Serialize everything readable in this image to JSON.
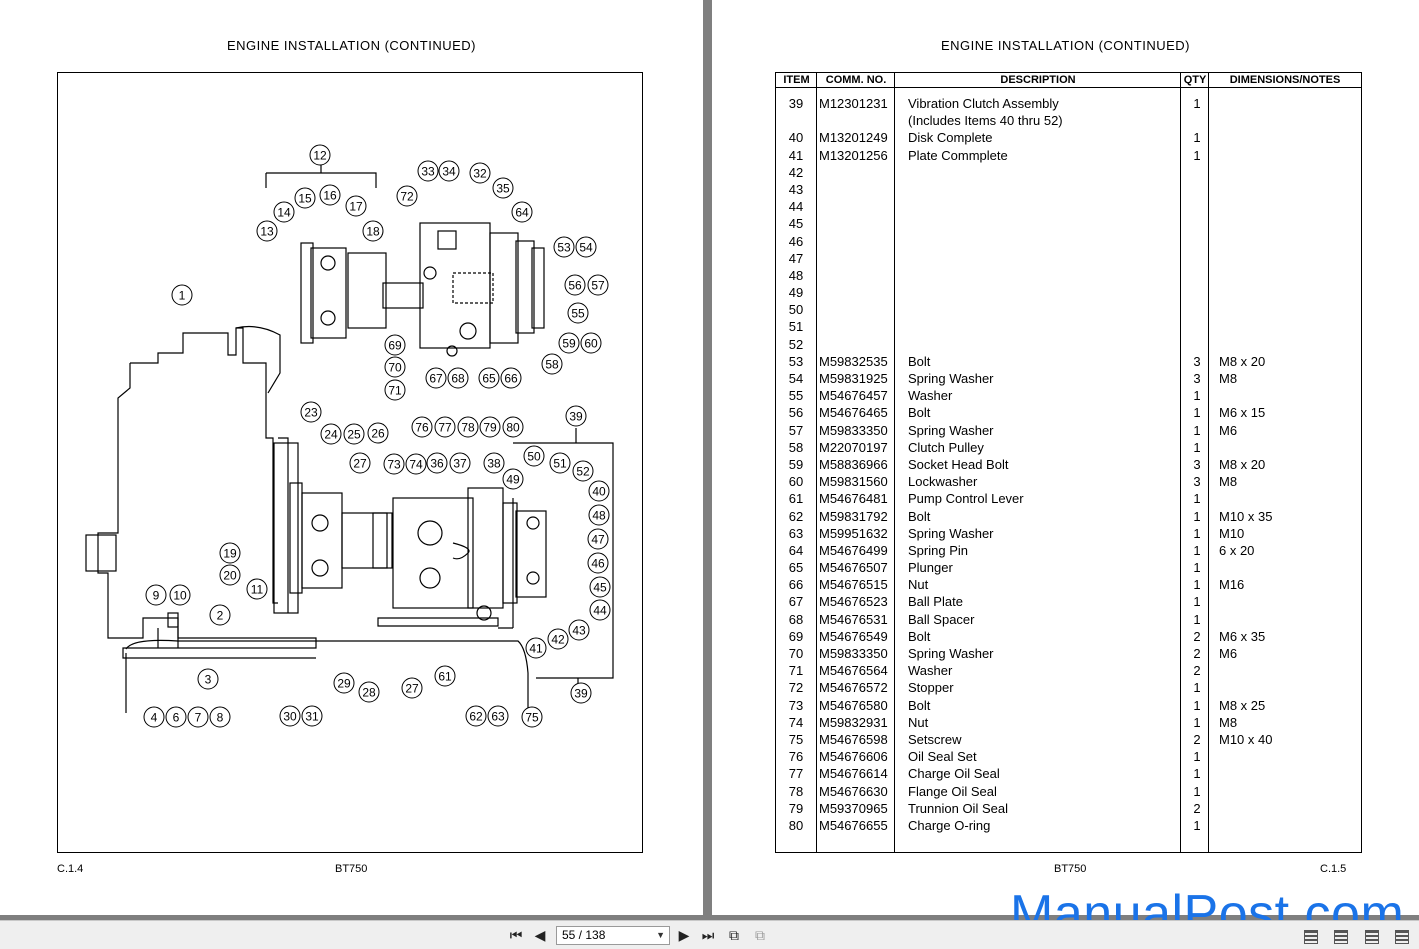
{
  "left_page": {
    "title": "ENGINE  INSTALLATION  (CONTINUED)",
    "footer_left": "C.1.4",
    "footer_center": "BT750",
    "callouts": [
      "1",
      "2",
      "3",
      "4",
      "6",
      "7",
      "8",
      "9",
      "10",
      "11",
      "12",
      "13",
      "14",
      "15",
      "16",
      "17",
      "18",
      "19",
      "20",
      "23",
      "24",
      "25",
      "26",
      "27",
      "27",
      "28",
      "29",
      "30",
      "31",
      "32",
      "33",
      "34",
      "35",
      "36",
      "37",
      "38",
      "39",
      "39",
      "40",
      "41",
      "42",
      "43",
      "44",
      "45",
      "46",
      "47",
      "48",
      "49",
      "50",
      "51",
      "52",
      "53",
      "54",
      "55",
      "56",
      "57",
      "58",
      "59",
      "60",
      "61",
      "62",
      "63",
      "64",
      "65",
      "66",
      "67",
      "68",
      "69",
      "70",
      "71",
      "72",
      "73",
      "74",
      "75",
      "76",
      "77",
      "78",
      "79",
      "80"
    ]
  },
  "right_page": {
    "title": "ENGINE  INSTALLATION  (CONTINUED)",
    "footer_center": "BT750",
    "footer_right": "C.1.5",
    "headers": {
      "item": "ITEM",
      "comm": "COMM. NO.",
      "desc": "DESCRIPTION",
      "qty": "QTY",
      "dim": "DIMENSIONS/NOTES"
    },
    "rows": [
      {
        "item": "39",
        "comm": "M12301231",
        "desc": "Vibration Clutch Assembly",
        "qty": "1",
        "dim": ""
      },
      {
        "item": "",
        "comm": "",
        "desc": "(Includes Items 40 thru 52)",
        "qty": "",
        "dim": ""
      },
      {
        "item": "40",
        "comm": "M13201249",
        "desc": "  Disk Complete",
        "qty": "1",
        "dim": ""
      },
      {
        "item": "41",
        "comm": "M13201256",
        "desc": "  Plate Commplete",
        "qty": "1",
        "dim": ""
      },
      {
        "item": "42",
        "comm": "",
        "desc": "",
        "qty": "",
        "dim": ""
      },
      {
        "item": "43",
        "comm": "",
        "desc": "",
        "qty": "",
        "dim": ""
      },
      {
        "item": "44",
        "comm": "",
        "desc": "",
        "qty": "",
        "dim": ""
      },
      {
        "item": "45",
        "comm": "",
        "desc": "",
        "qty": "",
        "dim": ""
      },
      {
        "item": "46",
        "comm": "",
        "desc": "",
        "qty": "",
        "dim": ""
      },
      {
        "item": "47",
        "comm": "",
        "desc": "",
        "qty": "",
        "dim": ""
      },
      {
        "item": "48",
        "comm": "",
        "desc": "",
        "qty": "",
        "dim": ""
      },
      {
        "item": "49",
        "comm": "",
        "desc": "",
        "qty": "",
        "dim": ""
      },
      {
        "item": "50",
        "comm": "",
        "desc": "",
        "qty": "",
        "dim": ""
      },
      {
        "item": "51",
        "comm": "",
        "desc": "",
        "qty": "",
        "dim": ""
      },
      {
        "item": "52",
        "comm": "",
        "desc": "",
        "qty": "",
        "dim": ""
      },
      {
        "item": "53",
        "comm": "M59832535",
        "desc": "Bolt",
        "qty": "3",
        "dim": "M8 x 20"
      },
      {
        "item": "54",
        "comm": "M59831925",
        "desc": "Spring Washer",
        "qty": "3",
        "dim": "M8"
      },
      {
        "item": "55",
        "comm": "M54676457",
        "desc": "Washer",
        "qty": "1",
        "dim": ""
      },
      {
        "item": "56",
        "comm": "M54676465",
        "desc": "Bolt",
        "qty": "1",
        "dim": "M6 x 15"
      },
      {
        "item": "57",
        "comm": "M59833350",
        "desc": "Spring Washer",
        "qty": "1",
        "dim": "M6"
      },
      {
        "item": "58",
        "comm": "M22070197",
        "desc": "Clutch  Pulley",
        "qty": "1",
        "dim": ""
      },
      {
        "item": "59",
        "comm": "M58836966",
        "desc": "Socket Head Bolt",
        "qty": "3",
        "dim": "M8 x 20"
      },
      {
        "item": "60",
        "comm": "M59831560",
        "desc": "Lockwasher",
        "qty": "3",
        "dim": "M8"
      },
      {
        "item": "61",
        "comm": "M54676481",
        "desc": "Pump Control Lever",
        "qty": "1",
        "dim": ""
      },
      {
        "item": "62",
        "comm": "M59831792",
        "desc": "Bolt",
        "qty": "1",
        "dim": "M10 x 35"
      },
      {
        "item": "63",
        "comm": "M59951632",
        "desc": "Spring Washer",
        "qty": "1",
        "dim": "M10"
      },
      {
        "item": "64",
        "comm": "M54676499",
        "desc": "Spring Pin",
        "qty": "1",
        "dim": "6 x 20"
      },
      {
        "item": "65",
        "comm": "M54676507",
        "desc": "Plunger",
        "qty": "1",
        "dim": ""
      },
      {
        "item": "66",
        "comm": "M54676515",
        "desc": "Nut",
        "qty": "1",
        "dim": "M16"
      },
      {
        "item": "67",
        "comm": "M54676523",
        "desc": "Ball Plate",
        "qty": "1",
        "dim": ""
      },
      {
        "item": "68",
        "comm": "M54676531",
        "desc": "Ball Spacer",
        "qty": "1",
        "dim": ""
      },
      {
        "item": "69",
        "comm": "M54676549",
        "desc": "Bolt",
        "qty": "2",
        "dim": "M6 x 35"
      },
      {
        "item": "70",
        "comm": "M59833350",
        "desc": "Spring Washer",
        "qty": "2",
        "dim": "M6"
      },
      {
        "item": "71",
        "comm": "M54676564",
        "desc": "Washer",
        "qty": "2",
        "dim": ""
      },
      {
        "item": "72",
        "comm": "M54676572",
        "desc": "Stopper",
        "qty": "1",
        "dim": ""
      },
      {
        "item": "73",
        "comm": "M54676580",
        "desc": "Bolt",
        "qty": "1",
        "dim": "M8 x 25"
      },
      {
        "item": "74",
        "comm": "M59832931",
        "desc": "Nut",
        "qty": "1",
        "dim": "M8"
      },
      {
        "item": "75",
        "comm": "M54676598",
        "desc": "Setscrew",
        "qty": "2",
        "dim": "M10 x 40"
      },
      {
        "item": "76",
        "comm": "M54676606",
        "desc": "Oil Seal Set",
        "qty": "1",
        "dim": ""
      },
      {
        "item": "77",
        "comm": "M54676614",
        "desc": "Charge Oil Seal",
        "qty": "1",
        "dim": ""
      },
      {
        "item": "78",
        "comm": "M54676630",
        "desc": "Flange Oil Seal",
        "qty": "1",
        "dim": ""
      },
      {
        "item": "79",
        "comm": "M59370965",
        "desc": "Trunnion Oil Seal",
        "qty": "2",
        "dim": ""
      },
      {
        "item": "80",
        "comm": "M54676655",
        "desc": "Charge O-ring",
        "qty": "1",
        "dim": ""
      }
    ]
  },
  "toolbar": {
    "page_indicator": "55 / 138"
  },
  "watermark": "ManualPost.com"
}
